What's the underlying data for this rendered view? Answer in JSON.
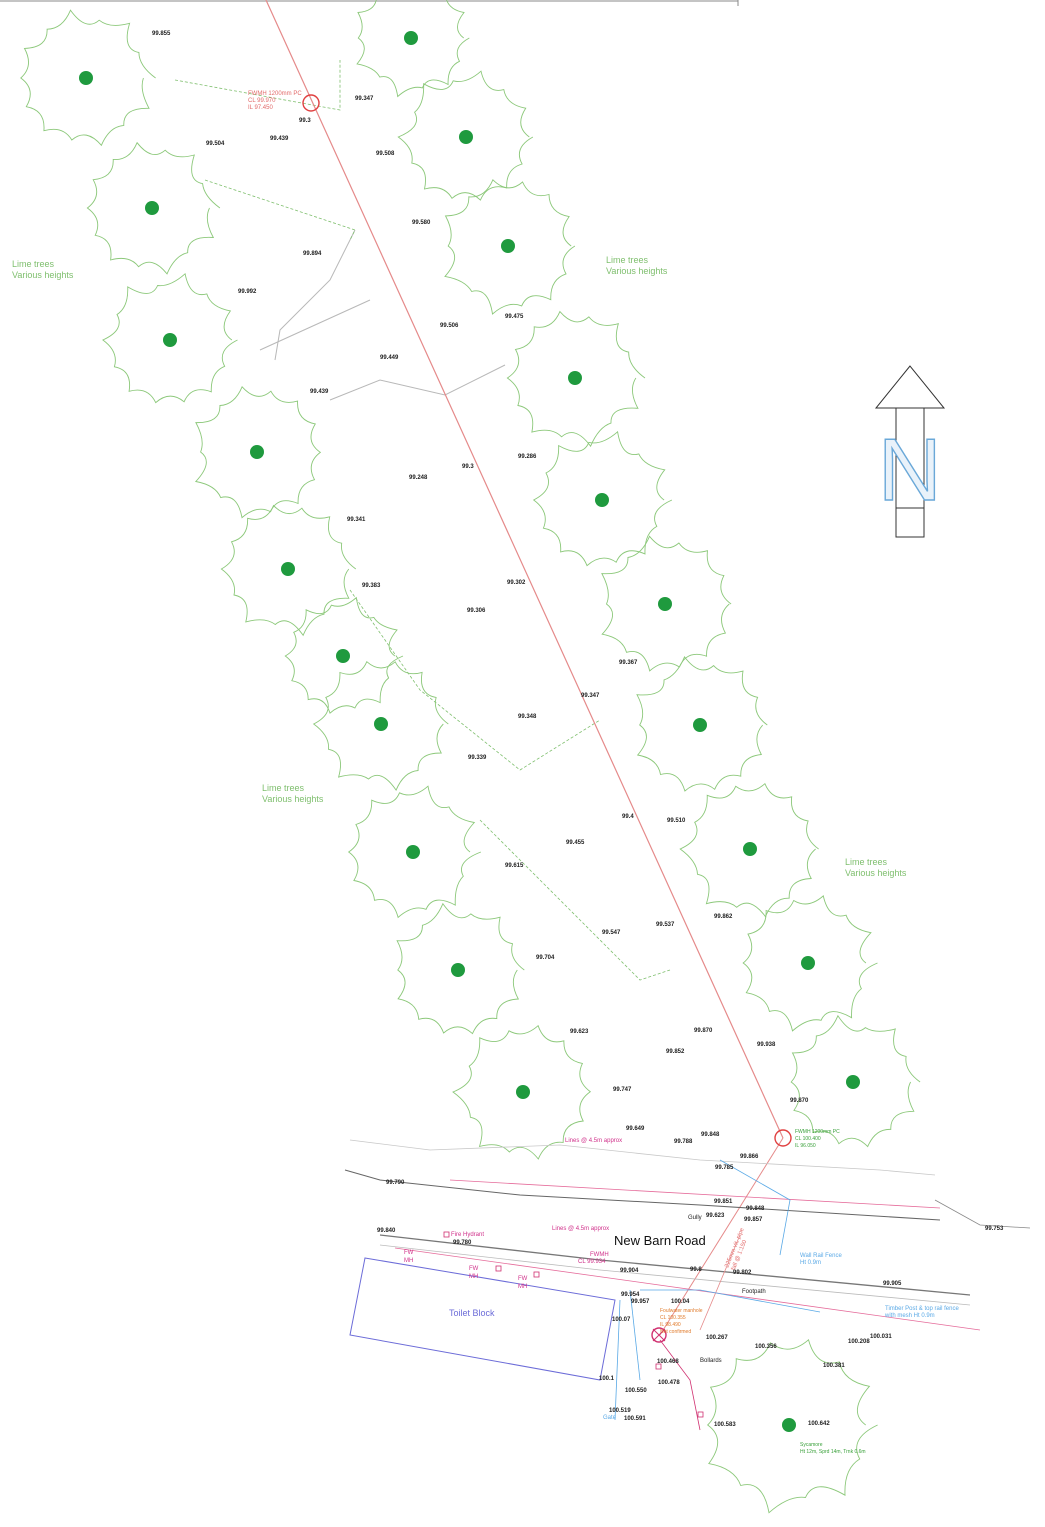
{
  "colors": {
    "tree_canopy": "#8cc87a",
    "tree_trunk": "#1f9a3e",
    "sewer_line": "#e58a8a",
    "road_line": "#555555",
    "north_arrow_fill": "#cde3f5"
  },
  "labels": {
    "road_name": "New Barn Road",
    "toilet_block": "Toilet Block",
    "north_letter": "N",
    "lime_trees_1": [
      "Lime trees",
      "Various heights"
    ],
    "lime_trees_2": [
      "Lime trees",
      "Various heights"
    ],
    "lime_trees_3": [
      "Lime trees",
      "Various heights"
    ],
    "lime_trees_4": [
      "Lime trees",
      "Various heights"
    ],
    "manhole_north": [
      "FWMH 1200mm PC",
      "CL 99.970",
      "IL 97.450"
    ],
    "manhole_mid": [
      "FWMH 1200mm PC",
      "CL 100.400",
      "IL 96.050"
    ],
    "footpath": "Footpath",
    "gully": "Gully",
    "gate": "Gate",
    "fire_hydrant": "Fire Hydrant",
    "lines_note": "Lines @ 4.5m approx",
    "lines_note_2": "Lines @ 4.5m approx",
    "fw_mh": [
      "FW",
      "MH"
    ],
    "fwmh_top": [
      "FWMH",
      "CL 99.934"
    ],
    "fence_1": [
      "Wall Rail Fence",
      "Ht 0.9m"
    ],
    "fence_2": [
      "Timber Post & top rail fence",
      "with mesh Ht 0.9m"
    ],
    "sycamore": [
      "Sycamore",
      "Ht 12m, Sprd 14m, Trnk 0.6m"
    ],
    "diagonal_note": [
      "225mm vit. pipe",
      "fall @ 1:150"
    ],
    "small_box": "Bollards",
    "orange_block": [
      "Foulwater manhole",
      "CL 100.355",
      "IL 98.490",
      "Not confirmed"
    ]
  },
  "levels": [
    "99.855",
    "99.347",
    "99.3",
    "99.504",
    "99.439",
    "99.508",
    "99.580",
    "99.894",
    "99.992",
    "99.475",
    "99.506",
    "99.449",
    "99.439",
    "99.3",
    "99.286",
    "99.248",
    "99.341",
    "99.383",
    "99.302",
    "99.306",
    "99.367",
    "99.347",
    "99.348",
    "99.339",
    "99.4",
    "99.510",
    "99.455",
    "99.615",
    "99.862",
    "99.547",
    "99.537",
    "99.704",
    "99.623",
    "99.870",
    "99.852",
    "99.938",
    "99.747",
    "99.870",
    "99.649",
    "99.848",
    "99.788",
    "99.866",
    "99.785",
    "99.790",
    "99.851",
    "99.848",
    "99.623",
    "99.857",
    "99.753",
    "99.840",
    "99.780",
    "99.904",
    "99.8",
    "99.802",
    "99.905",
    "99.957",
    "99.954",
    "100.07",
    "100.04",
    "100.267",
    "100.356",
    "100.031",
    "100.208",
    "100.381",
    "100.468",
    "100.478",
    "100.550",
    "100.1",
    "100.519",
    "100.591",
    "100.642",
    "100.583"
  ]
}
